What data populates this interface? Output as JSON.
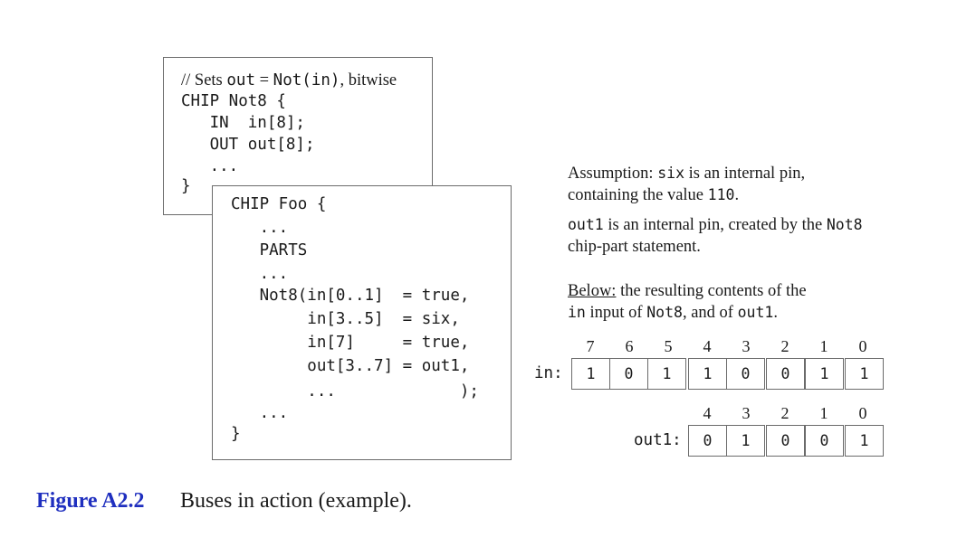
{
  "not8_box": {
    "comment_prefix": "// Sets ",
    "comment_out": "out",
    "comment_eq": " = ",
    "comment_expr": "Not(in)",
    "comment_suffix": ", bitwise",
    "lines": [
      "CHIP Not8 {",
      "   IN  in[8];",
      "   OUT out[8];",
      "   ...",
      "}"
    ]
  },
  "foo_box": {
    "lines": [
      "CHIP Foo {",
      "   ...",
      "   PARTS",
      "   ...",
      "   Not8(in[0..1]  = true,",
      "        in[3..5]  = six,",
      "        in[7]     = true,",
      "        out[3..7] = out1,",
      "        ...             );",
      "   ...",
      "}"
    ]
  },
  "notes": {
    "assumption": {
      "p1": "Assumption: ",
      "c1": "six",
      "p2": " is an internal pin,",
      "p3": "containing the value ",
      "c2": "110",
      "p4": "."
    },
    "out1_note": {
      "c1": "out1",
      "p1": " is an internal pin, created by the ",
      "c2": "Not8",
      "p2": "chip-part statement."
    },
    "below": {
      "u": "Below:",
      "p1": " the resulting contents of the",
      "c1": "in",
      "p2": " input of ",
      "c2": "Not8",
      "p3": ", and of ",
      "c3": "out1",
      "p4": "."
    }
  },
  "in_table": {
    "label": "in:",
    "indices": [
      "7",
      "6",
      "5",
      "4",
      "3",
      "2",
      "1",
      "0"
    ],
    "values": [
      "1",
      "0",
      "1",
      "1",
      "0",
      "0",
      "1",
      "1"
    ]
  },
  "out1_table": {
    "label": "out1:",
    "indices": [
      "4",
      "3",
      "2",
      "1",
      "0"
    ],
    "values": [
      "0",
      "1",
      "0",
      "0",
      "1"
    ]
  },
  "caption": {
    "label": "Figure A2.2",
    "text": "Buses in action (example)."
  },
  "colors": {
    "caption_label": "#1f2fbf",
    "border": "#6b6b6b"
  }
}
